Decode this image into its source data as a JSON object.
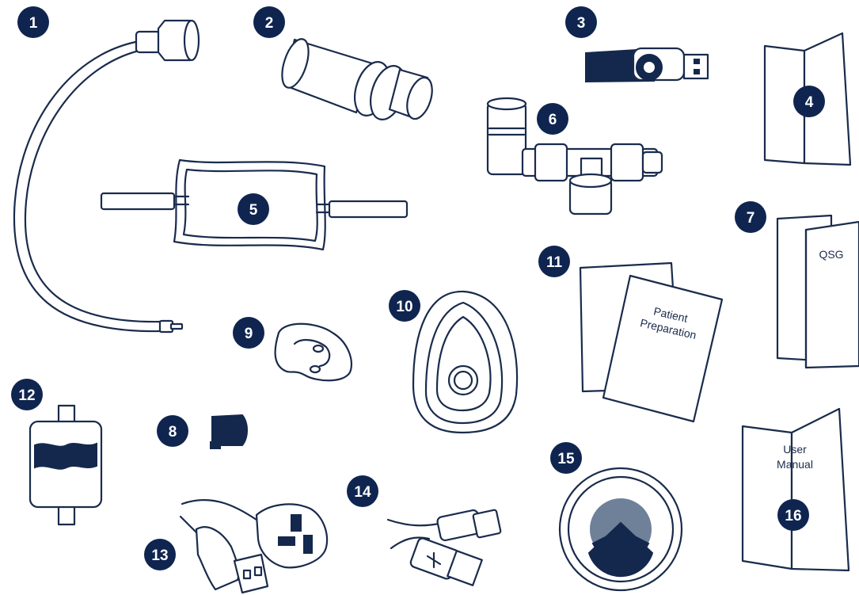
{
  "badges": [
    "1",
    "2",
    "3",
    "4",
    "5",
    "6",
    "7",
    "8",
    "9",
    "10",
    "11",
    "12",
    "13",
    "14",
    "15",
    "16"
  ],
  "labels": {
    "qsg": "QSG",
    "patient_line1": "Patient",
    "patient_line2": "Preparation",
    "user_line1": "User",
    "user_line2": "Manual"
  },
  "colors": {
    "line": "#1a2b4c",
    "badge_fill": "#0f2550",
    "dark_fill": "#14284d",
    "gauge_grey": "#6f8099"
  }
}
